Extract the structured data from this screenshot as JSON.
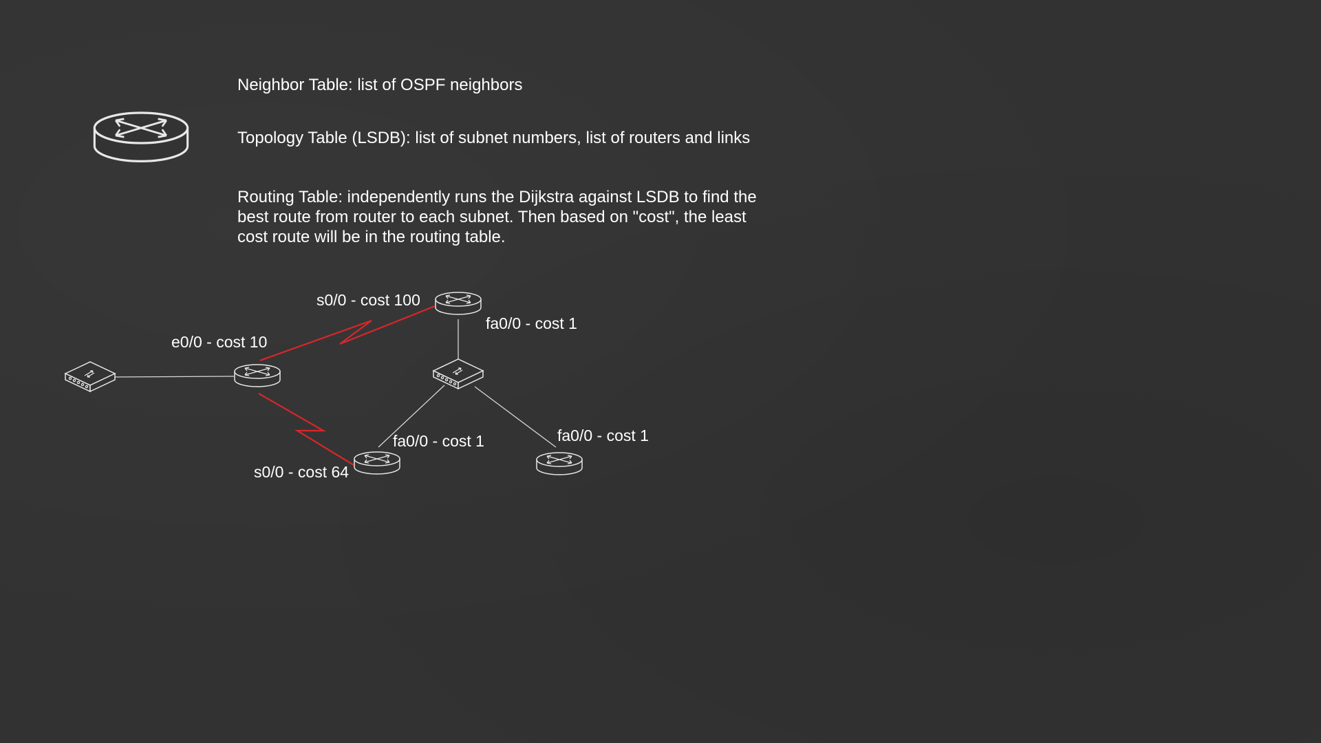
{
  "notes": {
    "neighbor_table": "Neighbor Table: list of OSPF neighbors",
    "topology_table": "Topology Table (LSDB): list of subnet numbers, list of routers and links",
    "routing_table": [
      "Routing Table: independently runs the Dijkstra against LSDB to find the",
      "best route from router to each subnet.  Then based on \"cost\", the least",
      "cost route will be in the routing table."
    ]
  },
  "diagram": {
    "link_labels": {
      "top_router_serial": "s0/0 - cost 100",
      "top_router_fa": "fa0/0 - cost 1",
      "left_router_eth": "e0/0 - cost 10",
      "bottom_mid_router_fa": "fa0/0 - cost 1",
      "bottom_right_router_fa": "fa0/0 - cost 1",
      "bottom_mid_router_serial": "s0/0 - cost 64"
    },
    "colors": {
      "background": "#323232",
      "text": "#ffffff",
      "serial_link": "#d9262b",
      "ethernet_link": "#d8d8d8",
      "icon_stroke": "#e8e8e8"
    },
    "icons": [
      "router-icon-legend",
      "switch-icon-left",
      "router-icon-left",
      "router-icon-top",
      "switch-icon-center",
      "router-icon-bottom-mid",
      "router-icon-bottom-right"
    ]
  }
}
